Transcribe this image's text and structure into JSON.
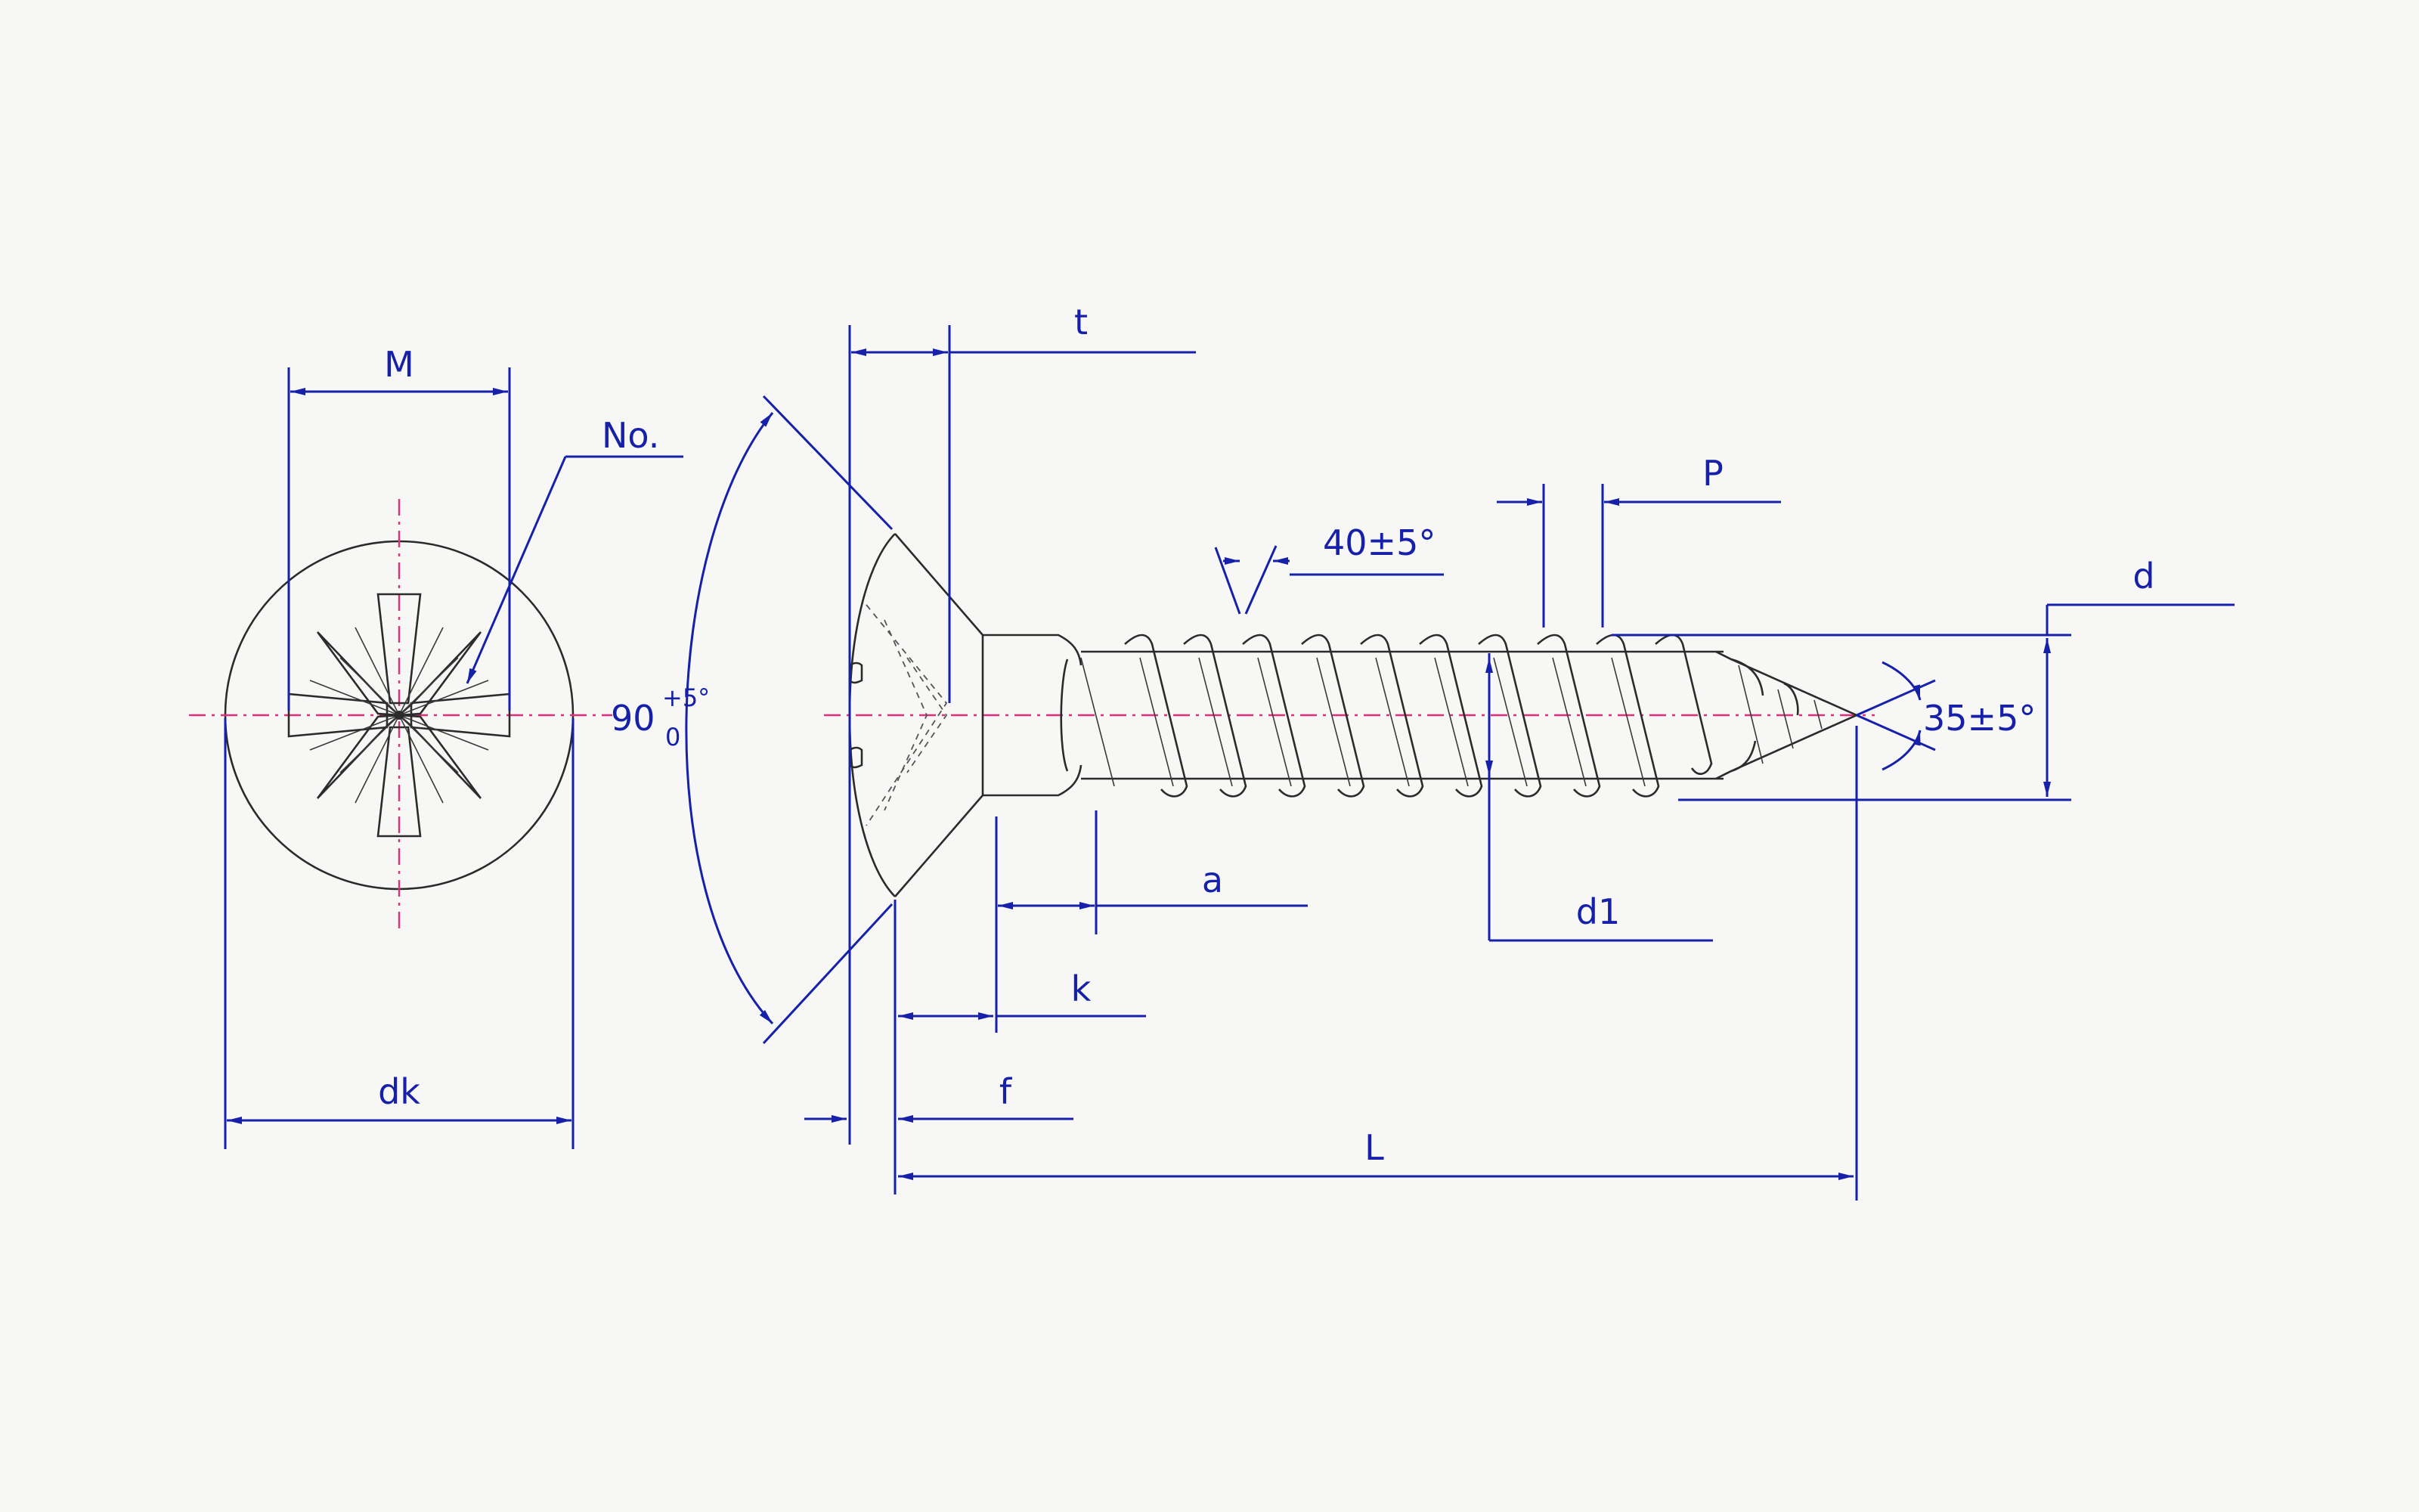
{
  "diagram": {
    "labels": {
      "M": "M",
      "No": "No.",
      "dk": "dk",
      "t": "t",
      "angle_head_value": "90",
      "angle_head_tol_upper": "+5°",
      "angle_head_tol_lower": "0",
      "thread_angle": "40±5°",
      "P": "P",
      "d": "d",
      "tip_angle": "35±5°",
      "a": "a",
      "d1": "d1",
      "k": "k",
      "f": "f",
      "L": "L"
    },
    "colors": {
      "dimension": "#1620a8",
      "centerline": "#e0307a",
      "outline": "#2b2b2b",
      "background": "#f7f7f6"
    }
  }
}
